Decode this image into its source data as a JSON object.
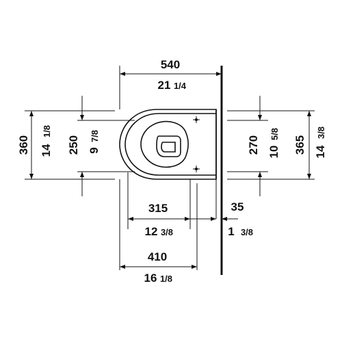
{
  "dimensions": {
    "overall_length": {
      "mm": "540",
      "in_whole": "21",
      "in_frac": "1/4"
    },
    "width_front": {
      "mm": "360",
      "in_whole": "14",
      "in_frac": "1/8"
    },
    "bowl_width_front": {
      "mm": "250",
      "in_whole": "9",
      "in_frac": "7/8"
    },
    "fixing_spacing": {
      "mm": "270",
      "in_whole": "10",
      "in_frac": "5/8"
    },
    "width_rear": {
      "mm": "365",
      "in_whole": "14",
      "in_frac": "3/8"
    },
    "to_fixing": {
      "mm": "315",
      "in_whole": "12",
      "in_frac": "3/8"
    },
    "wall_offset": {
      "mm": "35",
      "in_whole": "1",
      "in_frac": "3/8"
    },
    "to_outlet": {
      "mm": "410",
      "in_whole": "16",
      "in_frac": "1/8"
    }
  },
  "colors": {
    "ink": "#111111",
    "background": "#ffffff"
  }
}
